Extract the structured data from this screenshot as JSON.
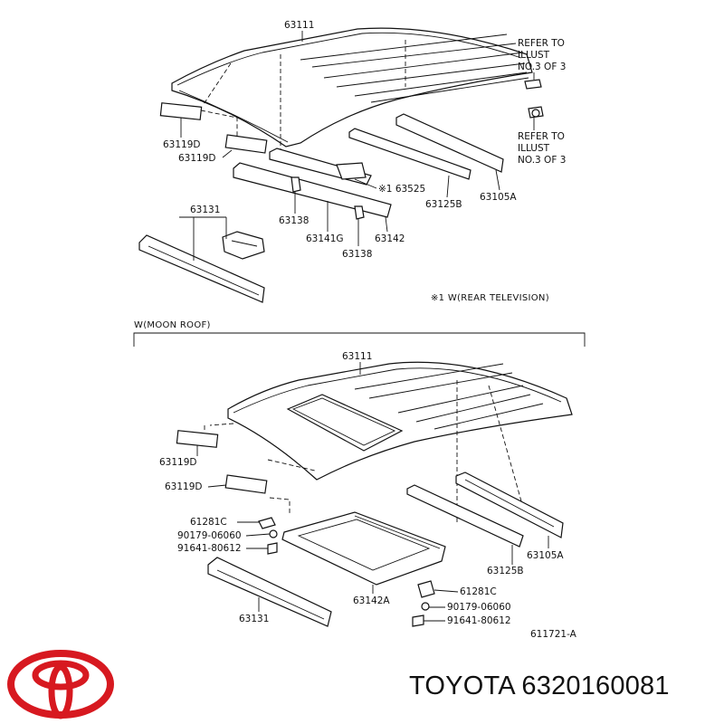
{
  "colors": {
    "logo": "#d71920",
    "ink": "#111111"
  },
  "section_upper": {
    "labels": {
      "roof": "63111",
      "pad_a": "63119D",
      "pad_b": "63119D",
      "refer_top_1": "REFER TO",
      "refer_top_2": "ILLUST",
      "refer_top_3": "NO.3 OF 3",
      "refer_bot_1": "REFER TO",
      "refer_bot_2": "ILLUST",
      "refer_bot_3": "NO.3 OF 3",
      "bracket": "※1 63525",
      "rail_inner": "63125B",
      "rail_outer": "63105A",
      "front_panel": "63131",
      "stay_a": "63138",
      "reinf": "63141G",
      "stay_b": "63138",
      "rear_reinf": "63142"
    },
    "note": "※1 W(REAR TELEVISION)"
  },
  "section_lower": {
    "title": "W(MOON ROOF)",
    "labels": {
      "roof": "63111",
      "pad_a": "63119D",
      "pad_b": "63119D",
      "bracket_l": "61281C",
      "nut_l": "90179-06060",
      "bolt_l": "91641-80612",
      "housing": "63142A",
      "front_panel": "63131",
      "rail_inner": "63125B",
      "rail_outer": "63105A",
      "bracket_r": "61281C",
      "nut_r": "90179-06060",
      "bolt_r": "91641-80612",
      "drawing_no": "611721-A"
    }
  },
  "footer": {
    "brand_text": "TOYOTA 6320160081",
    "logo_icon": "toyota-logo-icon"
  }
}
